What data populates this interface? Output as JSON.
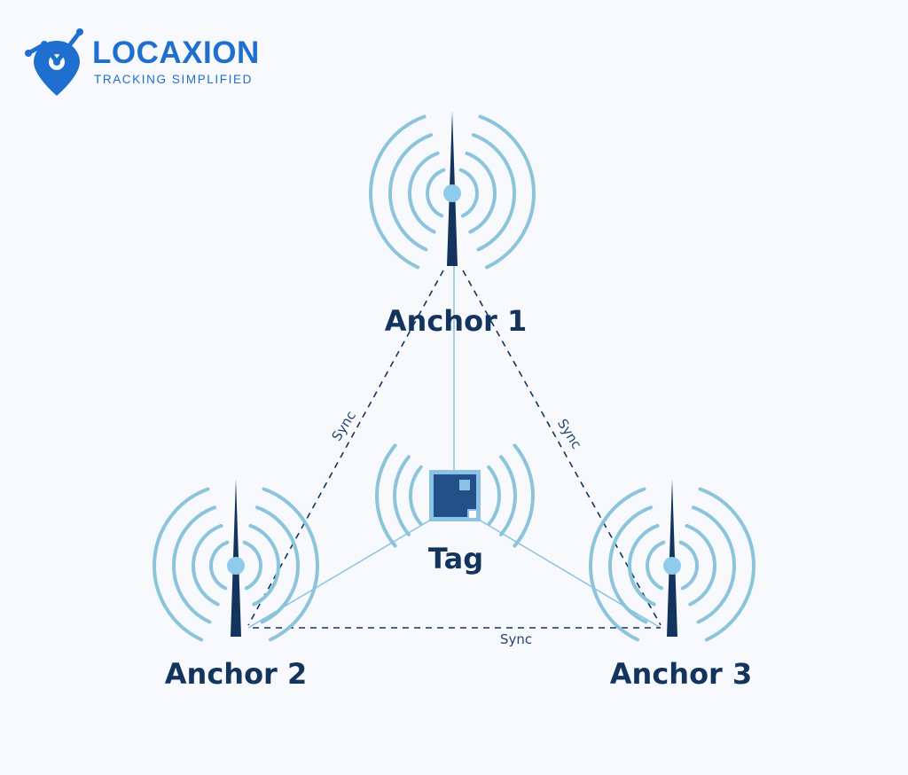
{
  "logo": {
    "brand": "LOCAXION",
    "tagline": "TRACKING SIMPLIFIED",
    "color": "#1f6fd0"
  },
  "nodes": {
    "anchor1": "Anchor 1",
    "anchor2": "Anchor 2",
    "anchor3": "Anchor 3",
    "tag": "Tag"
  },
  "links": {
    "sync_left": "Sync",
    "sync_right": "Sync",
    "sync_bottom": "Sync"
  },
  "colors": {
    "navy": "#13345f",
    "wave": "#8cc4dc",
    "tag_fill": "#24508a",
    "tag_border": "#8cc2e6"
  }
}
